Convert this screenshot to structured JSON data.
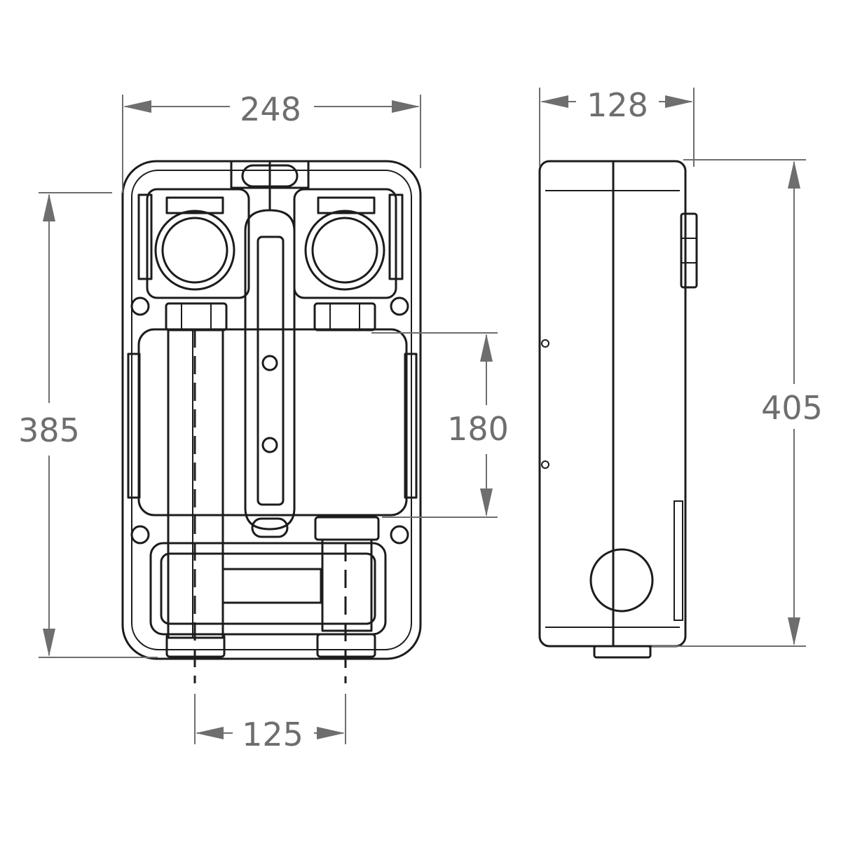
{
  "dimensions": {
    "front_width": "248",
    "front_height": "385",
    "pump_height": "180",
    "pipe_spacing": "125",
    "side_depth": "128",
    "side_height": "405"
  },
  "colors": {
    "outline": "#1c1c1c",
    "dimension": "#6e6e6e",
    "background": "#ffffff"
  }
}
